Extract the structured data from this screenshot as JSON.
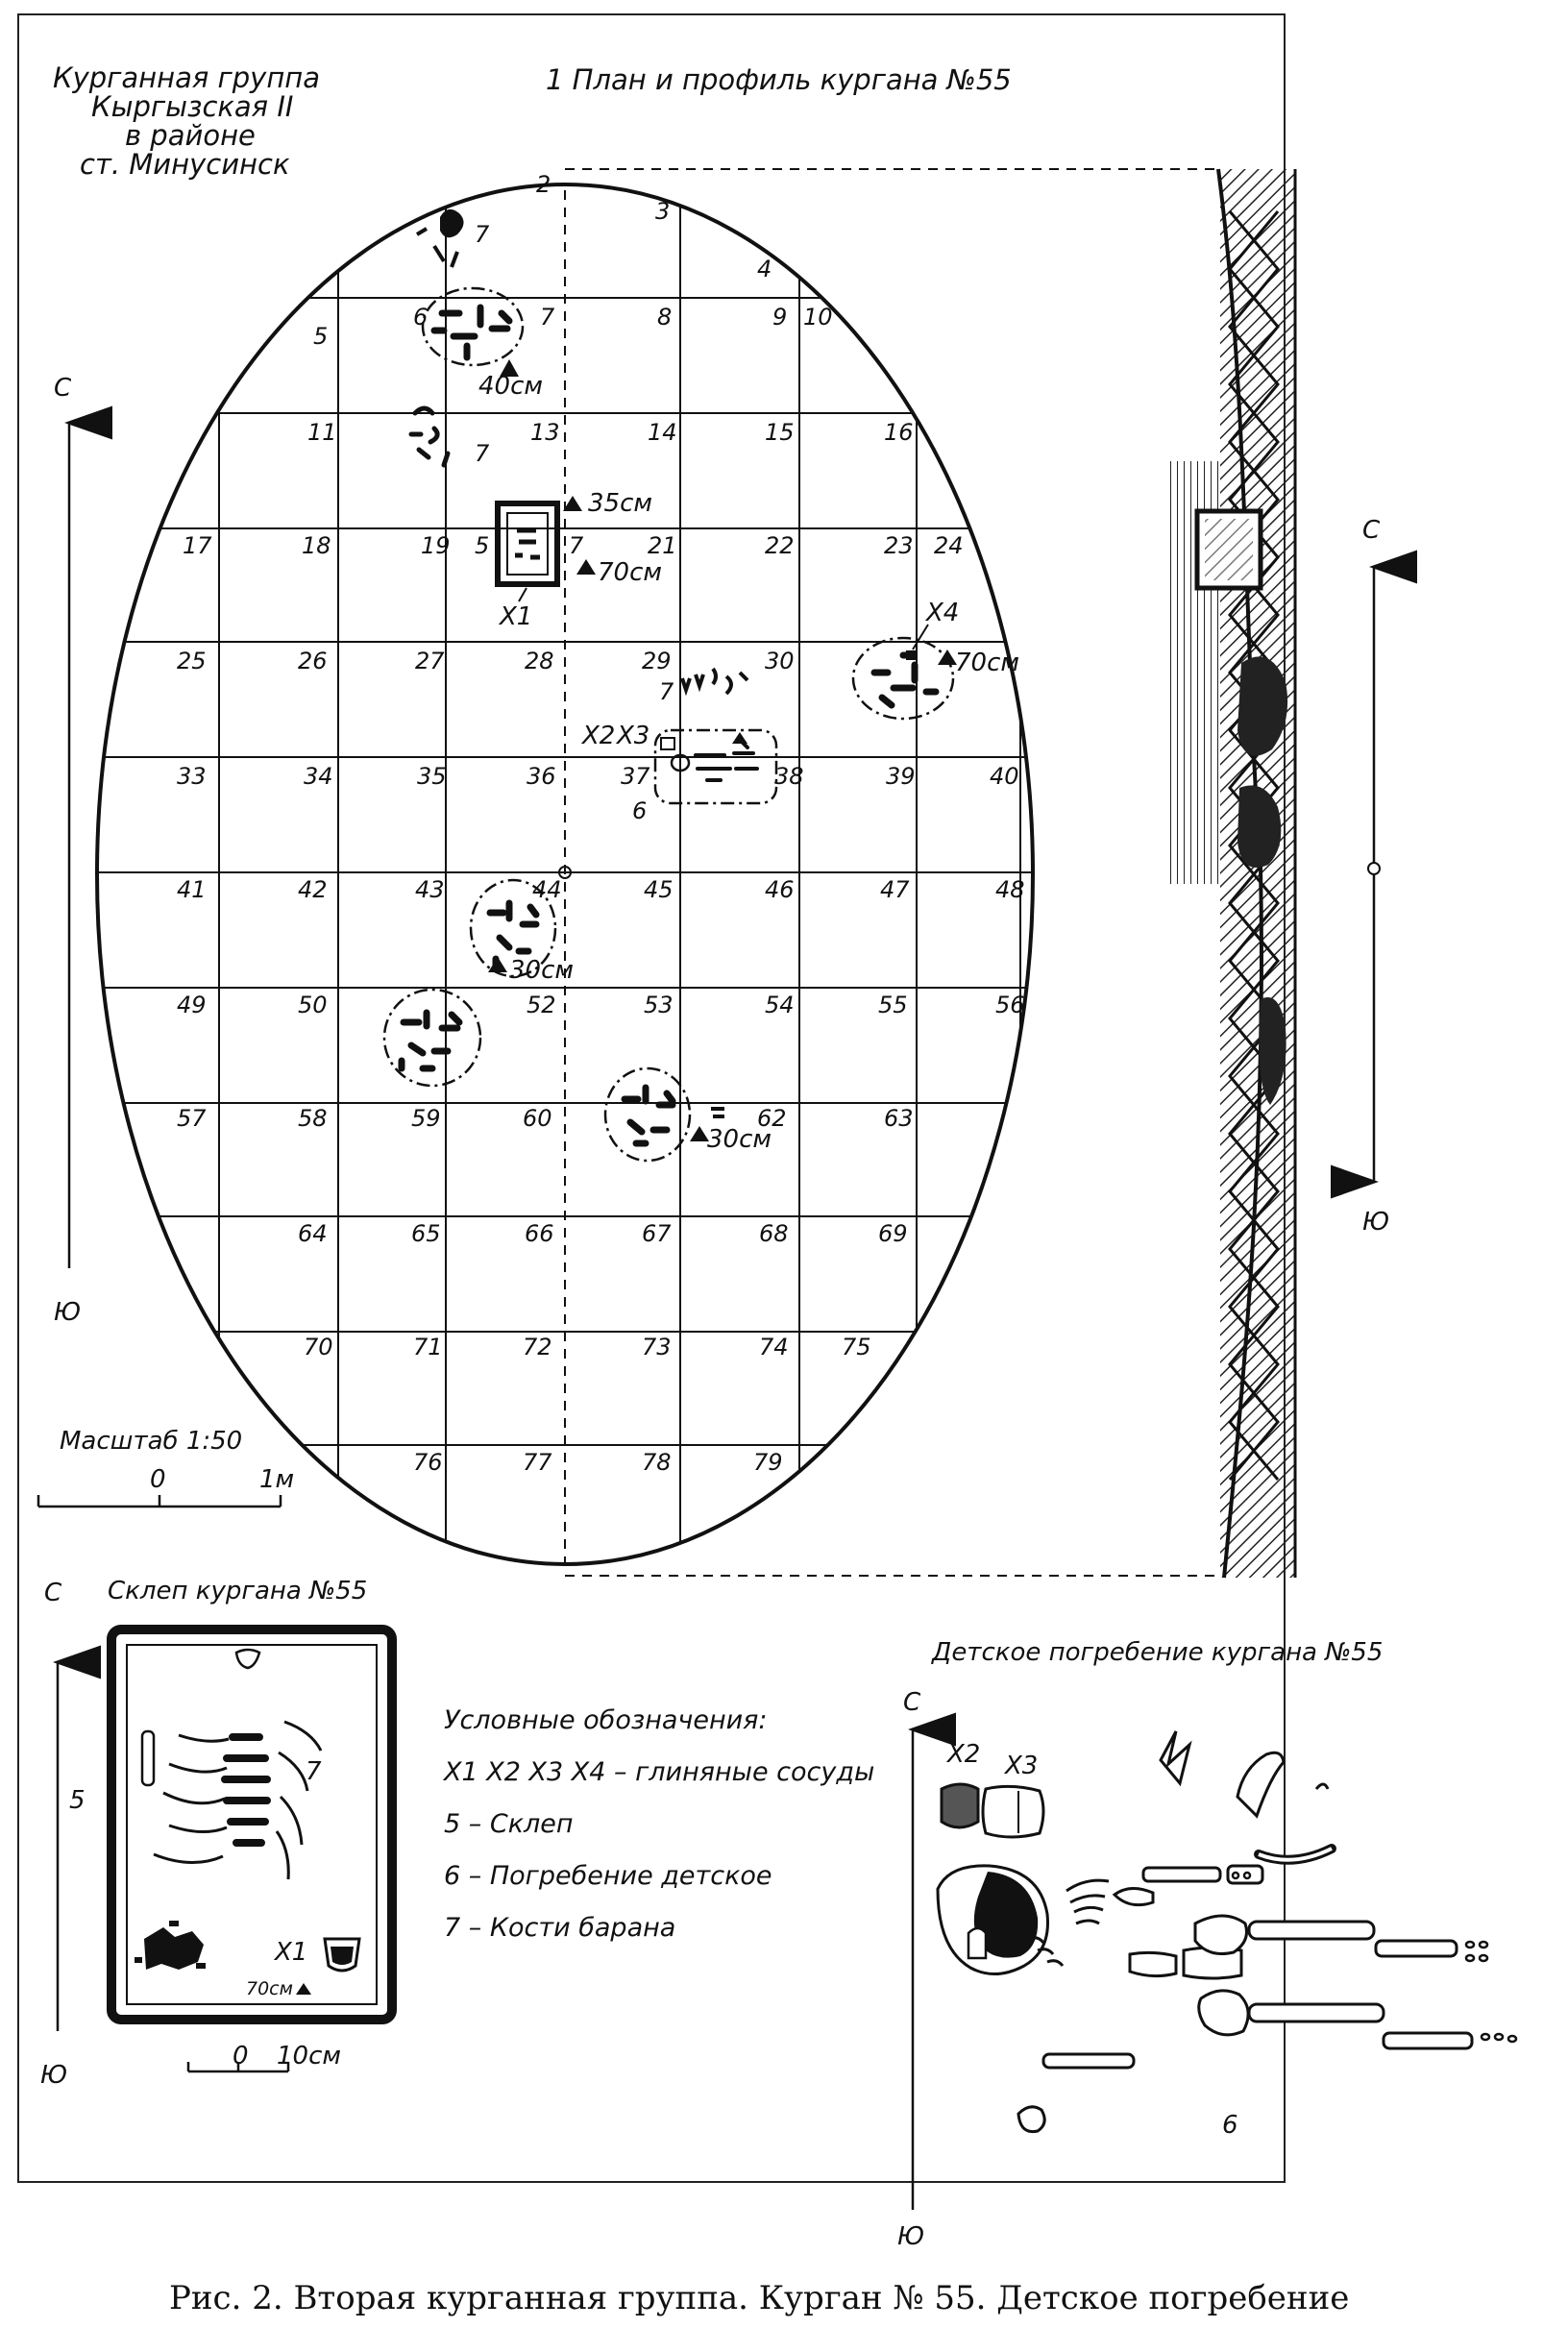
{
  "header": {
    "group_title": [
      "Курганная группа",
      "Кыргызская II",
      "в районе",
      "ст. Минусинск"
    ],
    "plan_title": "1 План и профиль кургана №55"
  },
  "plan": {
    "cells": [
      "2",
      "3",
      "4",
      "5",
      "6",
      "7",
      "8",
      "9",
      "10",
      "11",
      "13",
      "14",
      "15",
      "16",
      "17",
      "18",
      "19",
      "5",
      "7",
      "21",
      "22",
      "23",
      "24",
      "25",
      "26",
      "27",
      "28",
      "29",
      "30",
      "33",
      "34",
      "35",
      "36",
      "37",
      "38",
      "39",
      "40",
      "41",
      "42",
      "43",
      "44",
      "45",
      "46",
      "47",
      "48",
      "49",
      "50",
      "52",
      "53",
      "54",
      "55",
      "56",
      "57",
      "58",
      "59",
      "60",
      "62",
      "63",
      "64",
      "65",
      "66",
      "67",
      "68",
      "69",
      "70",
      "71",
      "72",
      "73",
      "74",
      "75",
      "76",
      "77",
      "78",
      "79"
    ],
    "depths": [
      "40см",
      "35см",
      "70см",
      "70см",
      "30см",
      "30см"
    ],
    "vessels": [
      "X1",
      "X2",
      "X3",
      "X4"
    ],
    "bone_marks": [
      "7",
      "7",
      "7"
    ],
    "burial_mark": "6",
    "north": "С",
    "south": "Ю"
  },
  "profile": {
    "north": "С",
    "south": "Ю"
  },
  "scale": {
    "title": "Масштаб 1:50",
    "zero": "0",
    "one": "1м"
  },
  "crypt": {
    "title": "Склеп кургана №55",
    "north": "С",
    "south": "Ю",
    "mark_5": "5",
    "mark_7": "7",
    "vessel": "X1",
    "depth": "70см",
    "scale_zero": "0",
    "scale_ten": "10см"
  },
  "legend": {
    "title": "Условные обозначения:",
    "items": [
      "X1 X2 X3 X4 – глиняные сосуды",
      "5 – Склеп",
      "6 – Погребение детское",
      "7 – Кости барана"
    ]
  },
  "child": {
    "title": "Детское погребение кургана №55",
    "north": "С",
    "south": "Ю",
    "v2": "X2",
    "v3": "X3",
    "mark": "6"
  },
  "caption": "Рис. 2. Вторая курганная группа. Курган № 55. Детское погребение",
  "colors": {
    "ink": "#111111",
    "paper": "#ffffff"
  }
}
